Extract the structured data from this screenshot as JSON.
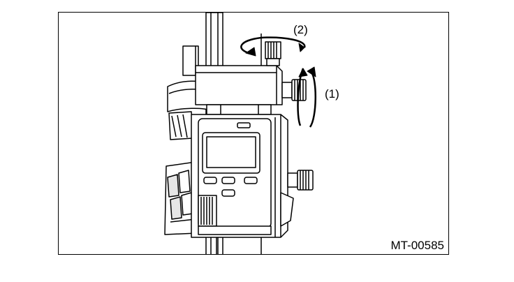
{
  "figure": {
    "code": "MT-00585",
    "callouts": {
      "one": "(1)",
      "two": "(2)"
    },
    "subject": "dial-gauge-assembly",
    "colors": {
      "line": "#000000",
      "fill": "#ffffff",
      "shade": "#e6e6e6",
      "dark": "#4a4a4a"
    }
  }
}
